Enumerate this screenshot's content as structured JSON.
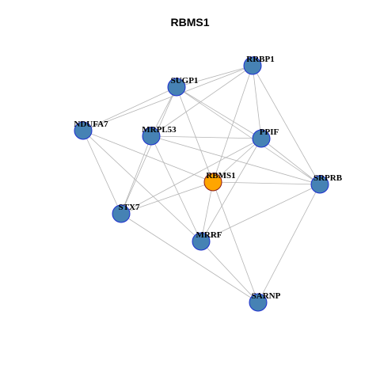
{
  "title": "RBMS1",
  "colors": {
    "node_fill": "#4682b4",
    "node_stroke": "#1e2fd0",
    "center_fill": "#ffa500",
    "center_stroke": "#8b1a1a",
    "edge": "#b4b4b4"
  },
  "nodes": [
    {
      "id": "RRBP1",
      "label": "RRBP1",
      "center": false
    },
    {
      "id": "SUGP1",
      "label": "SUGP1",
      "center": false
    },
    {
      "id": "NDUFA7",
      "label": "NDUFA7",
      "center": false
    },
    {
      "id": "MRPL53",
      "label": "MRPL53",
      "center": false
    },
    {
      "id": "PPIF",
      "label": "PPIF",
      "center": false
    },
    {
      "id": "RBMS1",
      "label": "RBMS1",
      "center": true
    },
    {
      "id": "SRPRB",
      "label": "SRPRB",
      "center": false
    },
    {
      "id": "STX7",
      "label": "STX7",
      "center": false
    },
    {
      "id": "MRRF",
      "label": "MRRF",
      "center": false
    },
    {
      "id": "SARNP",
      "label": "SARNP",
      "center": false
    }
  ],
  "edges": [
    [
      "SUGP1",
      "RRBP1"
    ],
    [
      "SUGP1",
      "NDUFA7"
    ],
    [
      "SUGP1",
      "MRPL53"
    ],
    [
      "SUGP1",
      "PPIF"
    ],
    [
      "SUGP1",
      "RBMS1"
    ],
    [
      "SUGP1",
      "SRPRB"
    ],
    [
      "SUGP1",
      "STX7"
    ],
    [
      "RRBP1",
      "NDUFA7"
    ],
    [
      "RRBP1",
      "MRPL53"
    ],
    [
      "RRBP1",
      "PPIF"
    ],
    [
      "RRBP1",
      "RBMS1"
    ],
    [
      "RRBP1",
      "SRPRB"
    ],
    [
      "NDUFA7",
      "RBMS1"
    ],
    [
      "NDUFA7",
      "STX7"
    ],
    [
      "NDUFA7",
      "MRRF"
    ],
    [
      "MRPL53",
      "PPIF"
    ],
    [
      "MRPL53",
      "STX7"
    ],
    [
      "MRPL53",
      "MRRF"
    ],
    [
      "MRPL53",
      "SRPRB"
    ],
    [
      "PPIF",
      "SRPRB"
    ],
    [
      "PPIF",
      "STX7"
    ],
    [
      "PPIF",
      "MRRF"
    ],
    [
      "PPIF",
      "RBMS1"
    ],
    [
      "RBMS1",
      "STX7"
    ],
    [
      "RBMS1",
      "SRPRB"
    ],
    [
      "RBMS1",
      "MRRF"
    ],
    [
      "RBMS1",
      "SARNP"
    ],
    [
      "SRPRB",
      "MRRF"
    ],
    [
      "SRPRB",
      "SARNP"
    ],
    [
      "STX7",
      "SARNP"
    ],
    [
      "MRRF",
      "SARNP"
    ]
  ]
}
